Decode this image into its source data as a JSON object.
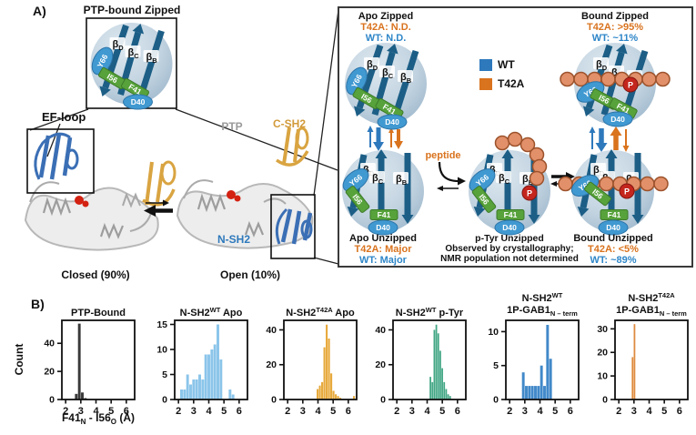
{
  "panel_a": {
    "label": "A)",
    "inset_title": "PTP-bound Zipped",
    "ef_loop_label": "EF-loop",
    "structure_labels": {
      "ptp": "PTP",
      "c_sh2": "C-SH2",
      "n_sh2": "N-SH2"
    },
    "closed_label": "Closed (90%)",
    "open_label": "Open (10%)",
    "peptide_label": "peptide",
    "legend": [
      {
        "label": "WT",
        "color": "#2E79BC"
      },
      {
        "label": "T42A",
        "color": "#D9731E"
      }
    ],
    "colors": {
      "wt_text": "#2E86C8",
      "t42a_text": "#D9731E",
      "strand": "#1C5E86",
      "bead": "#E2906A",
      "bead_outline": "#9C522B",
      "phospho": "#C4261D",
      "residue_green": "#57A23B",
      "residue_blue": "#4199D1",
      "nsh2_blue": "#3B6FB5",
      "csh2_orange": "#D9A441"
    },
    "diagram": {
      "beta_symbol": "β",
      "strand_subs": [
        "D",
        "C",
        "B"
      ],
      "y66": "Y66",
      "i56": "I56",
      "f41": "F41",
      "d40": "D40",
      "phospho": "P"
    },
    "states": [
      {
        "id": "ptp-bound-zipped",
        "variant": "zipped",
        "beads": "none"
      },
      {
        "id": "apo-zipped",
        "title": "Apo Zipped",
        "t42a": "T42A: N.D.",
        "wt": "WT: N.D.",
        "variant": "zipped",
        "beads": "none"
      },
      {
        "id": "bound-zipped",
        "title": "Bound Zipped",
        "t42a": "T42A: >95%",
        "wt": "WT: ~11%",
        "variant": "zipped",
        "beads": "row"
      },
      {
        "id": "apo-unzipped",
        "title": "Apo Unzipped",
        "t42a": "T42A: Major",
        "wt": "WT: Major",
        "variant": "unzipped",
        "beads": "none"
      },
      {
        "id": "ptyr-unzipped",
        "title": "p-Tyr Unzipped",
        "note1": "Observed by crystallography;",
        "note2": "NMR population not determined",
        "variant": "unzipped",
        "beads": "L"
      },
      {
        "id": "bound-unzipped",
        "title": "Bound Unzipped",
        "t42a": "T42A: <5%",
        "wt": "WT: ~89%",
        "variant": "unzipped",
        "beads": "row"
      }
    ]
  },
  "panel_b": {
    "label": "B)",
    "ylabel": "Count",
    "xlabel_parts": [
      {
        "t": "F41"
      },
      {
        "t": "N",
        "sub": true
      },
      {
        "t": " - I56"
      },
      {
        "t": "O",
        "sub": true
      },
      {
        "t": " (Å)"
      }
    ]
  },
  "chart_data": [
    {
      "type": "bar",
      "title_lines": [
        [
          {
            "t": "PTP-Bound"
          }
        ]
      ],
      "color": "#3A3A3A",
      "x_start": 2.6,
      "bin_width": 0.2,
      "values": [
        4,
        54,
        5,
        1
      ],
      "yticks": [
        0,
        20,
        40
      ],
      "ymax": 57,
      "xticks": [
        2,
        3,
        4,
        5,
        6
      ],
      "xlim": [
        1.75,
        6.55
      ],
      "ylabel": "Count"
    },
    {
      "type": "bar",
      "title_lines": [
        [
          {
            "t": "N-SH2"
          },
          {
            "t": "WT",
            "sup": true
          },
          {
            "t": " Apo"
          }
        ]
      ],
      "color": "#8BC5EA",
      "x_start": 2.1,
      "bin_width": 0.2,
      "values": [
        2,
        2,
        5,
        3,
        4,
        4,
        5,
        4,
        9,
        9,
        10,
        11,
        15,
        8,
        0,
        0,
        2,
        1
      ],
      "yticks": [
        0,
        5,
        10,
        15
      ],
      "ymax": 16,
      "xticks": [
        2,
        3,
        4,
        5,
        6
      ],
      "xlim": [
        1.75,
        6.55
      ]
    },
    {
      "type": "bar",
      "title_lines": [
        [
          {
            "t": "N-SH2"
          },
          {
            "t": "T42A",
            "sup": true
          },
          {
            "t": " Apo"
          }
        ]
      ],
      "color": "#E7A93B",
      "x_start": 3.9,
      "bin_width": 0.15,
      "values": [
        6,
        8,
        10,
        30,
        43,
        35,
        15,
        5,
        3,
        2,
        1,
        0,
        0,
        0,
        0,
        0,
        2
      ],
      "yticks": [
        0,
        20,
        40
      ],
      "ymax": 46,
      "xticks": [
        2,
        3,
        4,
        5,
        6
      ],
      "xlim": [
        1.75,
        6.55
      ]
    },
    {
      "type": "bar",
      "title_lines": [
        [
          {
            "t": "N-SH2"
          },
          {
            "t": "WT",
            "sup": true
          },
          {
            "t": " p-Tyr"
          }
        ]
      ],
      "color": "#41A684",
      "x_start": 4.15,
      "bin_width": 0.13,
      "values": [
        13,
        10,
        40,
        43,
        38,
        28,
        18,
        10,
        6,
        3,
        2
      ],
      "yticks": [
        0,
        20,
        40
      ],
      "ymax": 46,
      "xticks": [
        2,
        3,
        4,
        5,
        6
      ],
      "xlim": [
        1.75,
        6.55
      ]
    },
    {
      "type": "bar",
      "title_lines": [
        [
          {
            "t": "N-SH2"
          },
          {
            "t": "WT",
            "sup": true
          }
        ],
        [
          {
            "t": "1P-GAB1"
          },
          {
            "t": "N – term",
            "sub": true
          }
        ]
      ],
      "color": "#4189C9",
      "x_start": 2.8,
      "bin_width": 0.2,
      "values": [
        4,
        2,
        2,
        2,
        2,
        2,
        5,
        2,
        11,
        6
      ],
      "yticks": [
        0,
        5,
        10
      ],
      "ymax": 11.8,
      "xticks": [
        2,
        3,
        4,
        5,
        6
      ],
      "xlim": [
        1.75,
        6.55
      ]
    },
    {
      "type": "bar",
      "title_lines": [
        [
          {
            "t": "N-SH2"
          },
          {
            "t": "T42A",
            "sup": true
          }
        ],
        [
          {
            "t": "1P-GAB1"
          },
          {
            "t": "N – term",
            "sub": true
          }
        ]
      ],
      "color": "#DE8B3E",
      "x_start": 2.84,
      "bin_width": 0.13,
      "values": [
        18,
        32
      ],
      "yticks": [
        0,
        10,
        20,
        30
      ],
      "ymax": 34,
      "xticks": [
        2,
        3,
        4,
        5,
        6
      ],
      "xlim": [
        1.75,
        6.55
      ]
    }
  ]
}
